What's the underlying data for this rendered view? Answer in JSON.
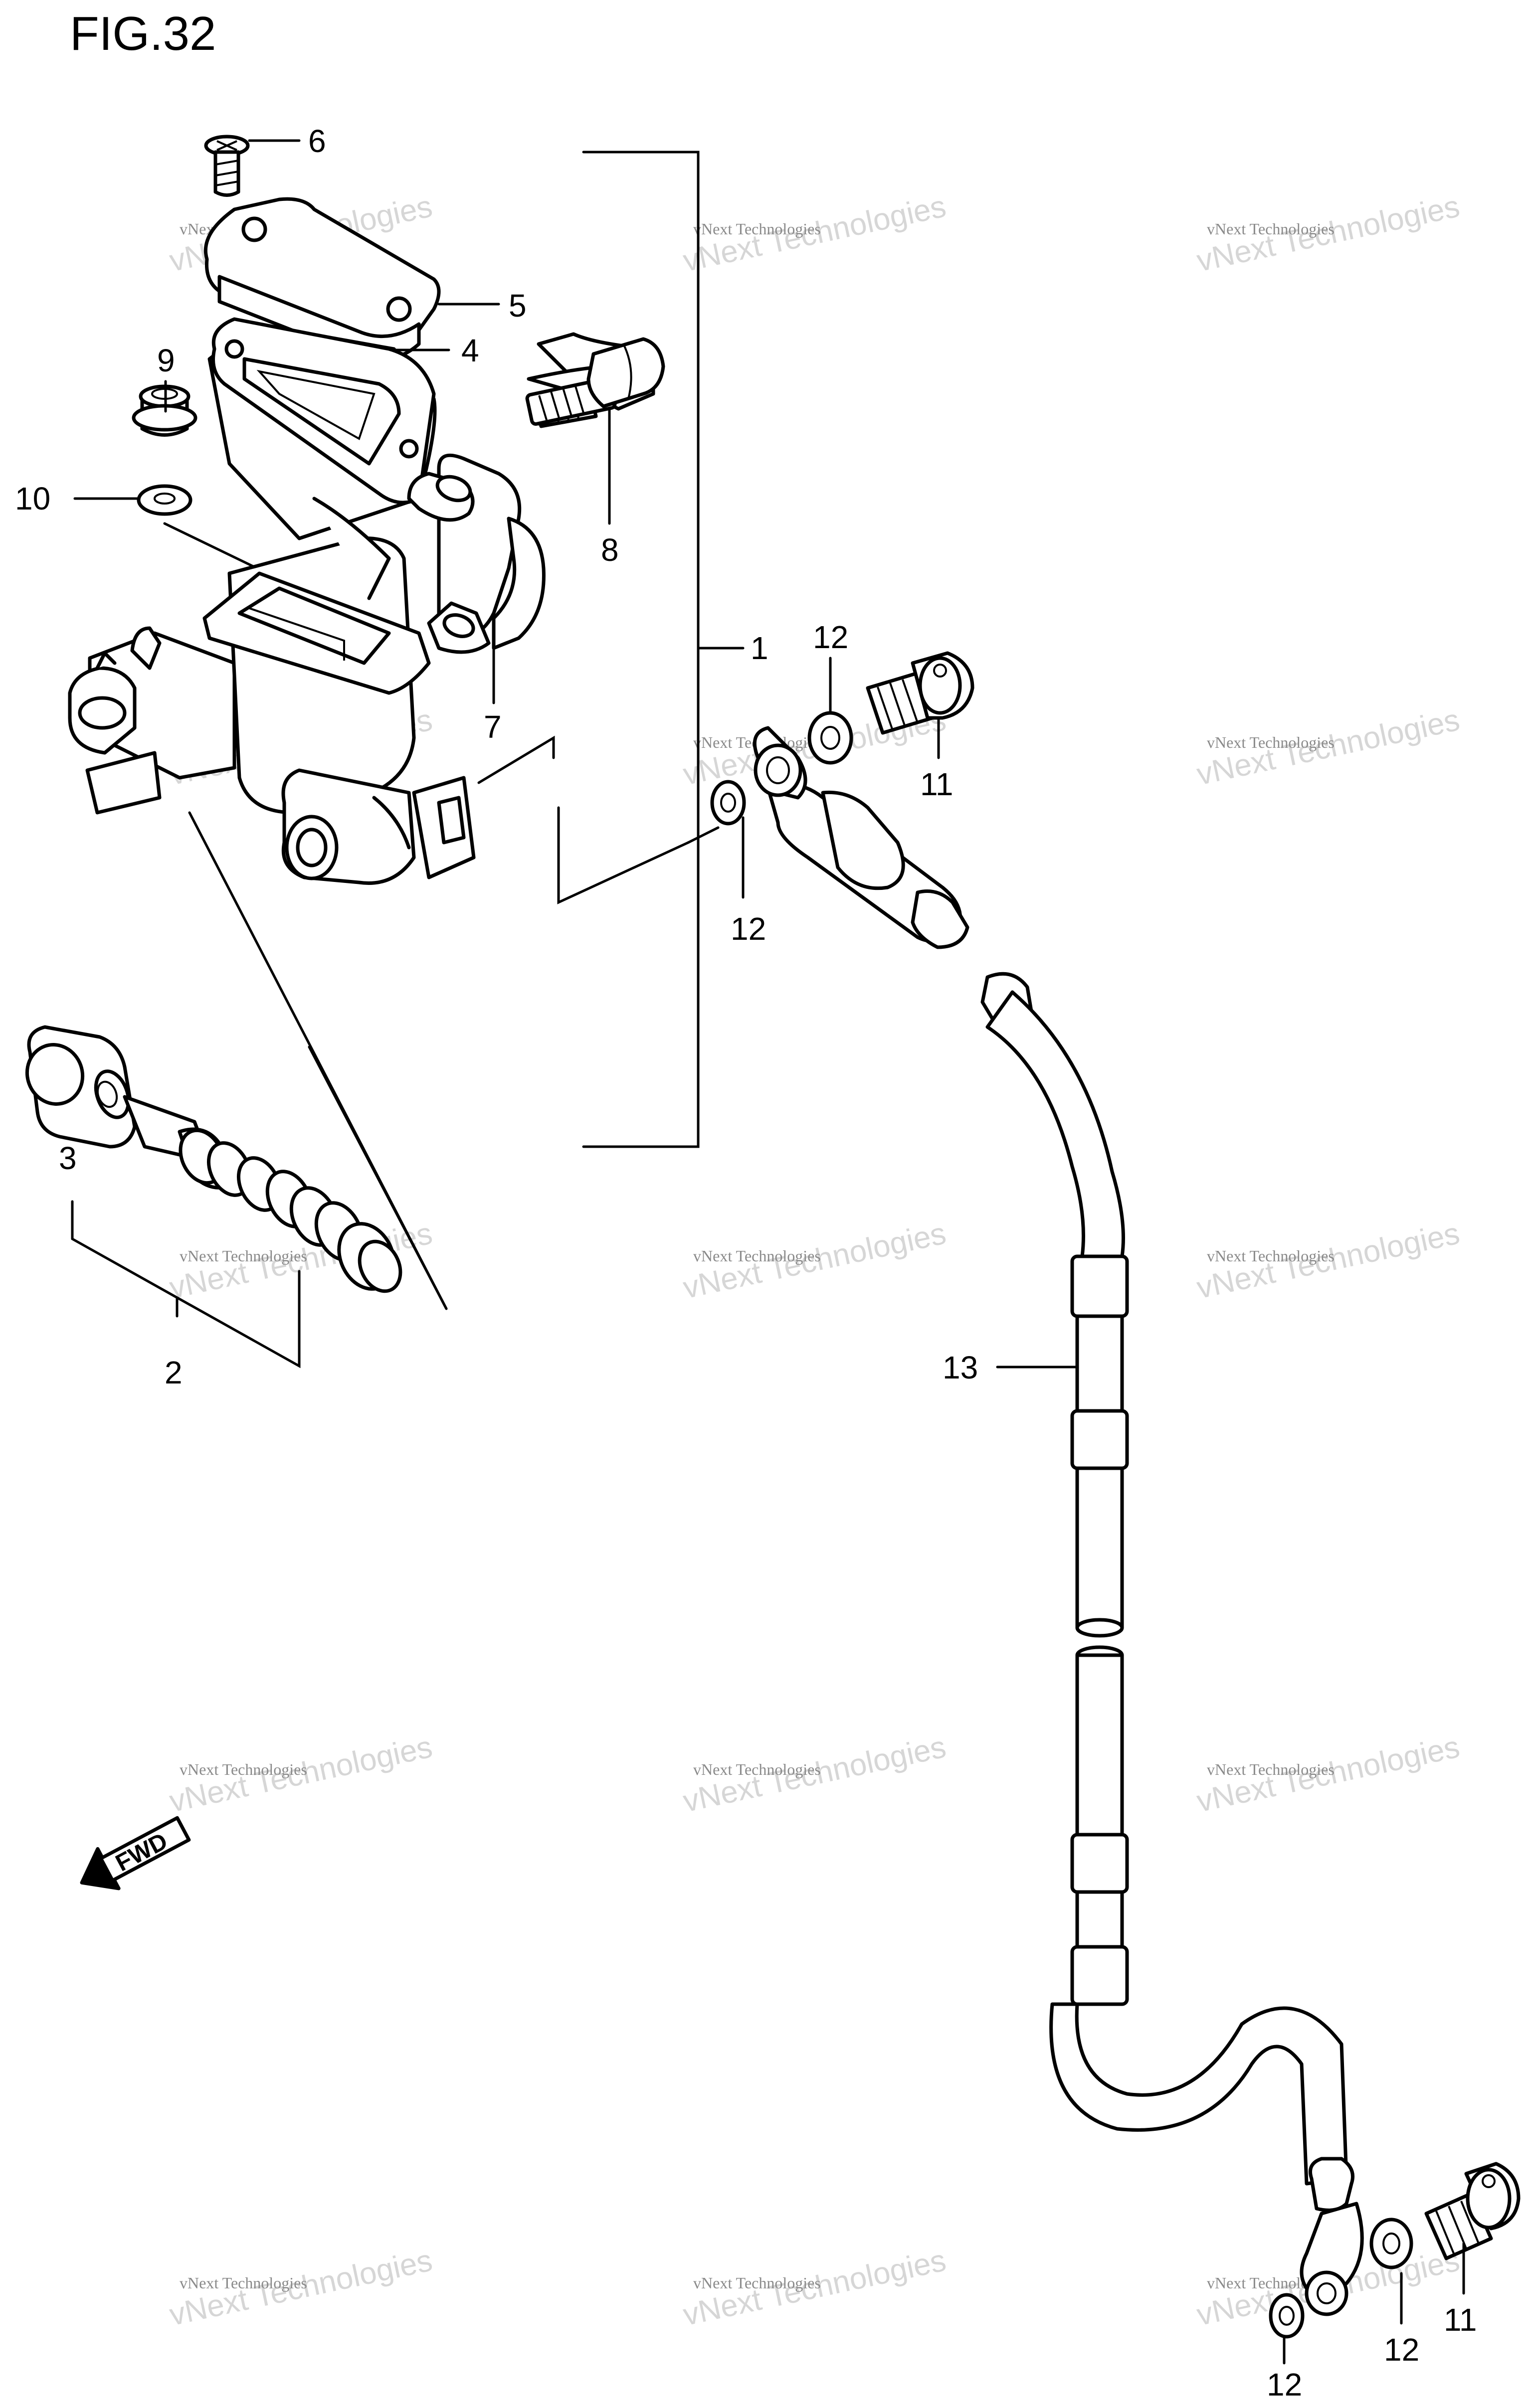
{
  "figure": {
    "title": "FIG.32"
  },
  "callouts": {
    "c1": "1",
    "c2": "2",
    "c3": "3",
    "c4": "4",
    "c5": "5",
    "c6": "6",
    "c7": "7",
    "c8": "8",
    "c9": "9",
    "c10": "10",
    "c11": "11",
    "c12": "12",
    "c13": "13"
  },
  "fwd_label": "FWD",
  "watermark": {
    "line1": "vNext Technologies",
    "line2": "vNext Technologies"
  }
}
